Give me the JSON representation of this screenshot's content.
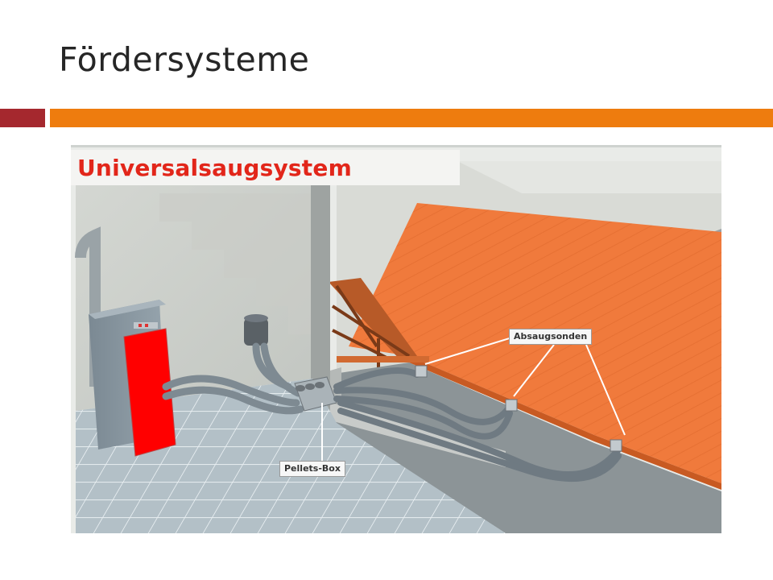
{
  "slide": {
    "title": "Fördersysteme",
    "accent_colors": {
      "dark_red": "#a5282e",
      "orange": "#ee7c0e"
    }
  },
  "figure": {
    "title": "Universalsaugsystem",
    "title_color": "#e2261a",
    "callouts": {
      "absaugsonden": "Absaugsonden",
      "pellets_box": "Pellets-Box"
    },
    "colors": {
      "storage_floor": "#f07a3c",
      "boiler_front": "#ff0000",
      "boiler_body": "#8c9aa4",
      "tiles": "#aab8c0",
      "pipes": "#7e8a92"
    }
  }
}
